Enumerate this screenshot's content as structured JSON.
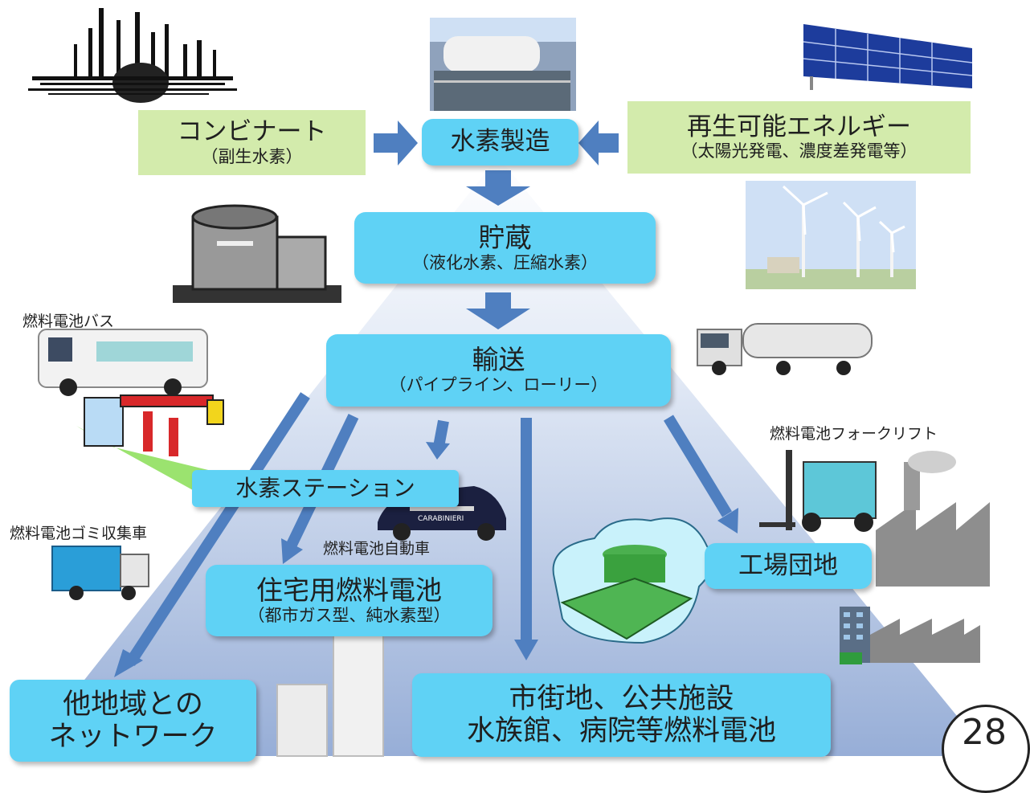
{
  "nodes": {
    "combinat": {
      "main": "コンビナート",
      "sub": "（副生水素）"
    },
    "production": {
      "main": "水素製造"
    },
    "renewable": {
      "main": "再生可能エネルギー",
      "sub": "（太陽光発電、濃度差発電等）"
    },
    "storage": {
      "main": "貯蔵",
      "sub": "（液化水素、圧縮水素）"
    },
    "transport": {
      "main": "輸送",
      "sub": "（パイプライン、ローリー）"
    },
    "station": {
      "main": "水素ステーション"
    },
    "residential": {
      "main": "住宅用燃料電池",
      "sub": "（都市ガス型、純水素型）"
    },
    "factory": {
      "main": "工場団地"
    },
    "network": {
      "line1": "他地域との",
      "line2": "ネットワーク"
    },
    "urban": {
      "line1": "市街地、公共施設",
      "line2": "水族館、病院等燃料電池"
    }
  },
  "captions": {
    "fc_bus": "燃料電池バス",
    "fc_forklift": "燃料電池フォークリフト",
    "fc_garbage": "燃料電池ゴミ収集車",
    "fc_car": "燃料電池自動車",
    "car_plate": "CARABINIERI"
  },
  "page_number": "28",
  "colors": {
    "node": "#5fd2f5",
    "source": "#d3ebac",
    "arrow": "#4f7fc0"
  }
}
